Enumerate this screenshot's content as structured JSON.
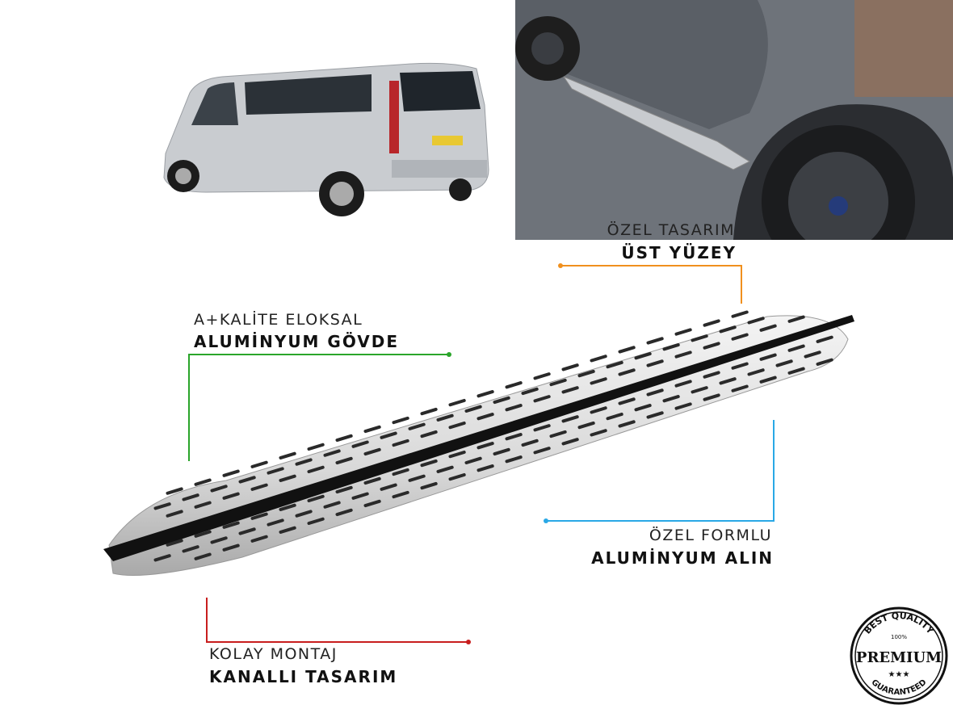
{
  "features": [
    {
      "title": "ÖZEL TASARIM",
      "subtitle": "ÜST YÜZEY",
      "color": "#f0901e"
    },
    {
      "title": "A+KALİTE ELOKSAL",
      "subtitle": "ALUMİNYUM GÖVDE",
      "color": "#2aa52a"
    },
    {
      "title": "ÖZEL FORMLU",
      "subtitle": "ALUMİNYUM ALIN",
      "color": "#29a8e6"
    },
    {
      "title": "KOLAY MONTAJ",
      "subtitle": "KANALLI TASARIM",
      "color": "#c81e1e"
    }
  ],
  "badge": {
    "top": "BEST QUALITY",
    "percent": "100%",
    "main": "PREMIUM",
    "bottom": "GUARANTEED"
  },
  "images": {
    "van": "silver-van-photo",
    "car": "car-side-step-photo",
    "product": "aluminium-running-board"
  }
}
